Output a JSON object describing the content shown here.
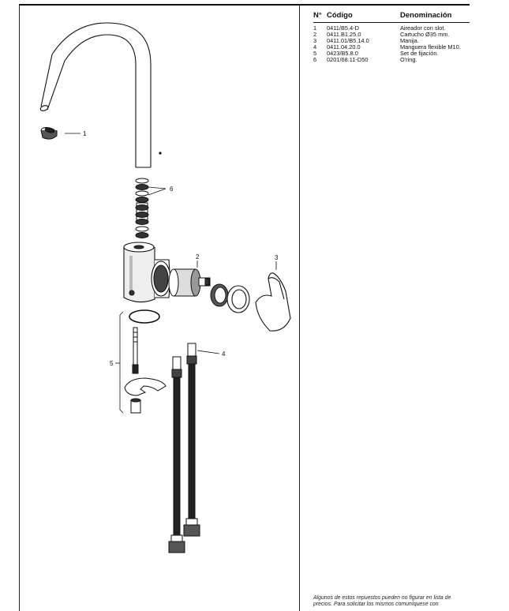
{
  "table": {
    "headers": {
      "number": "N°",
      "code": "Código",
      "name": "Denominación"
    },
    "rows": [
      {
        "number": "1",
        "code": "0411/B5.4-D",
        "name": "Aireador con slot."
      },
      {
        "number": "2",
        "code": "0411.B1.25.0",
        "name": "Cartucho Ø35 mm."
      },
      {
        "number": "3",
        "code": "0411.01/B5.14.0",
        "name": "Manija."
      },
      {
        "number": "4",
        "code": "0411.04.20.0",
        "name": "Manguera flexible M10."
      },
      {
        "number": "5",
        "code": "0423/B5.8.0",
        "name": "Set de fijación."
      },
      {
        "number": "6",
        "code": "0201/68.11-D50",
        "name": "O'ring."
      }
    ]
  },
  "callouts": {
    "c1": "1",
    "c2": "2",
    "c3": "3",
    "c4": "4",
    "c5": "5",
    "c6": "6"
  },
  "footer": {
    "line1": "Algunos de estos repuestos pueden no figurar en lista de",
    "line2": "precios. Para solicitar los mismos comuníquese con"
  }
}
